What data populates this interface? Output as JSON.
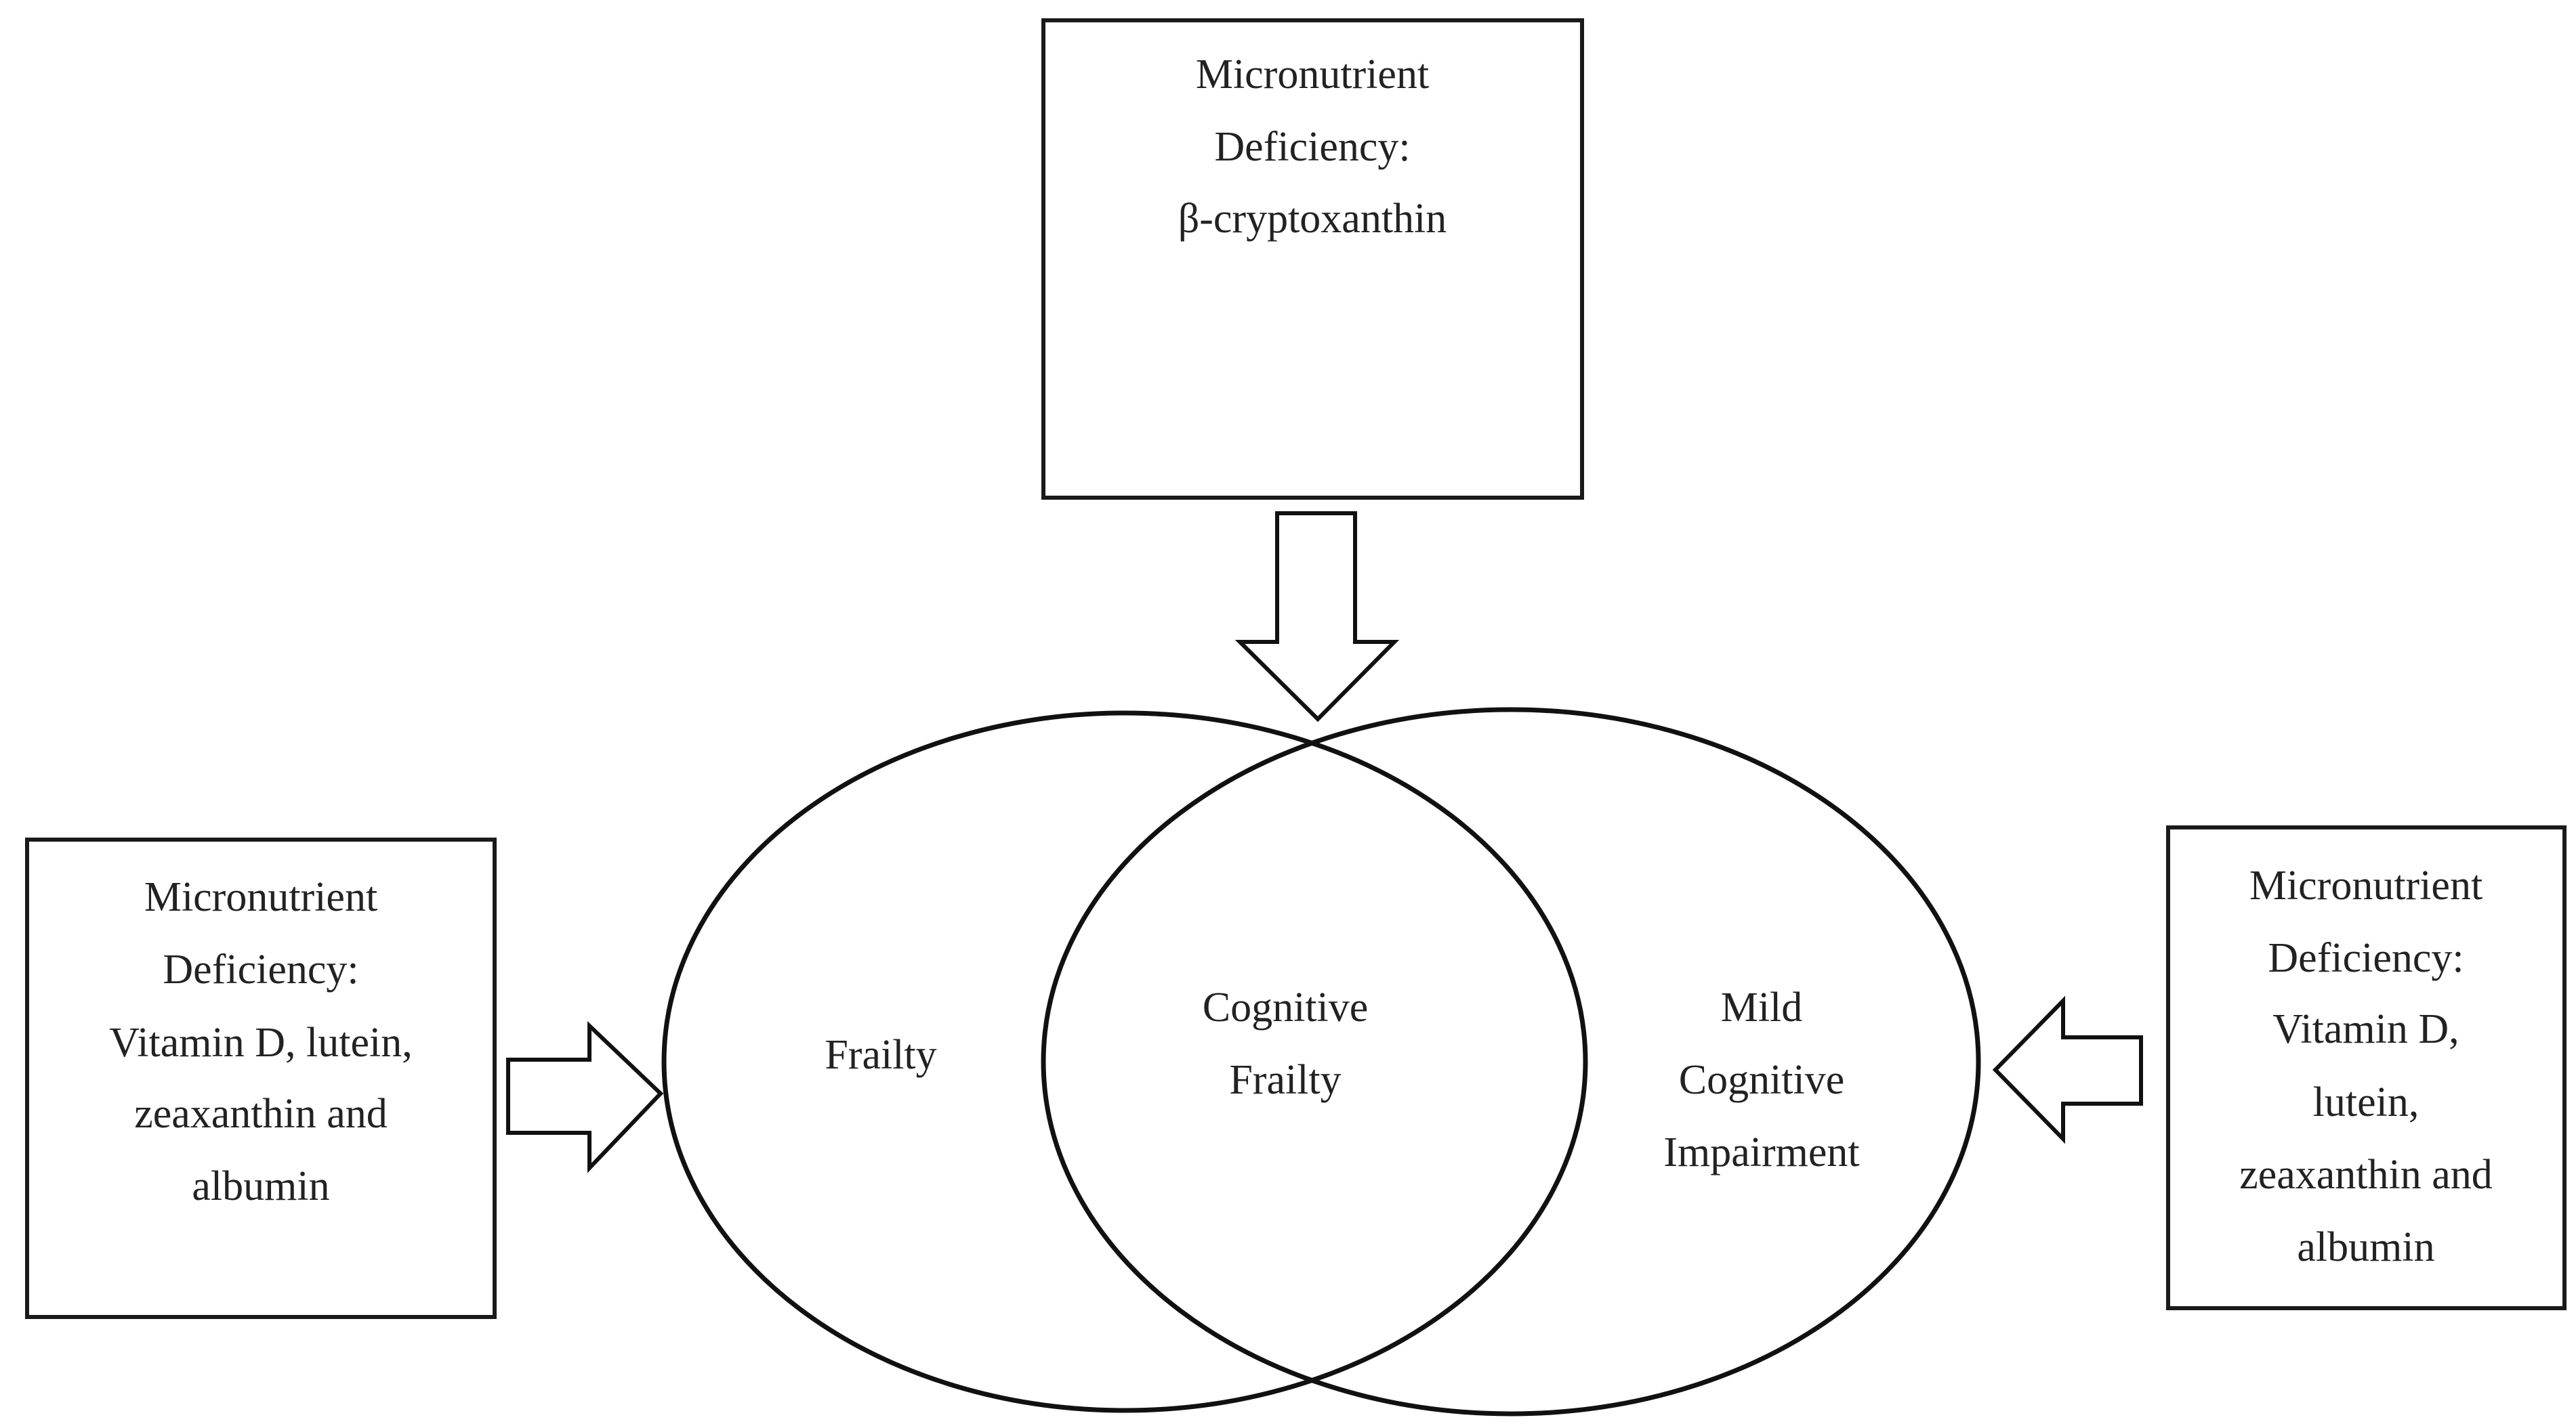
{
  "boxes": {
    "top": {
      "lines": [
        "Micronutrient",
        "Deficiency:",
        "β-cryptoxanthin"
      ]
    },
    "left": {
      "lines": [
        "Micronutrient",
        "Deficiency:",
        "Vitamin D, lutein,",
        "zeaxanthin and",
        "albumin"
      ]
    },
    "right": {
      "lines": [
        "Micronutrient",
        "Deficiency:",
        "Vitamin D,",
        "lutein,",
        "zeaxanthin and",
        "albumin"
      ]
    }
  },
  "circles": {
    "left": {
      "lines": [
        "Frailty"
      ]
    },
    "center": {
      "lines": [
        "Cognitive",
        "Frailty"
      ]
    },
    "right": {
      "lines": [
        "Mild",
        "Cognitive",
        "Impairment"
      ]
    }
  }
}
